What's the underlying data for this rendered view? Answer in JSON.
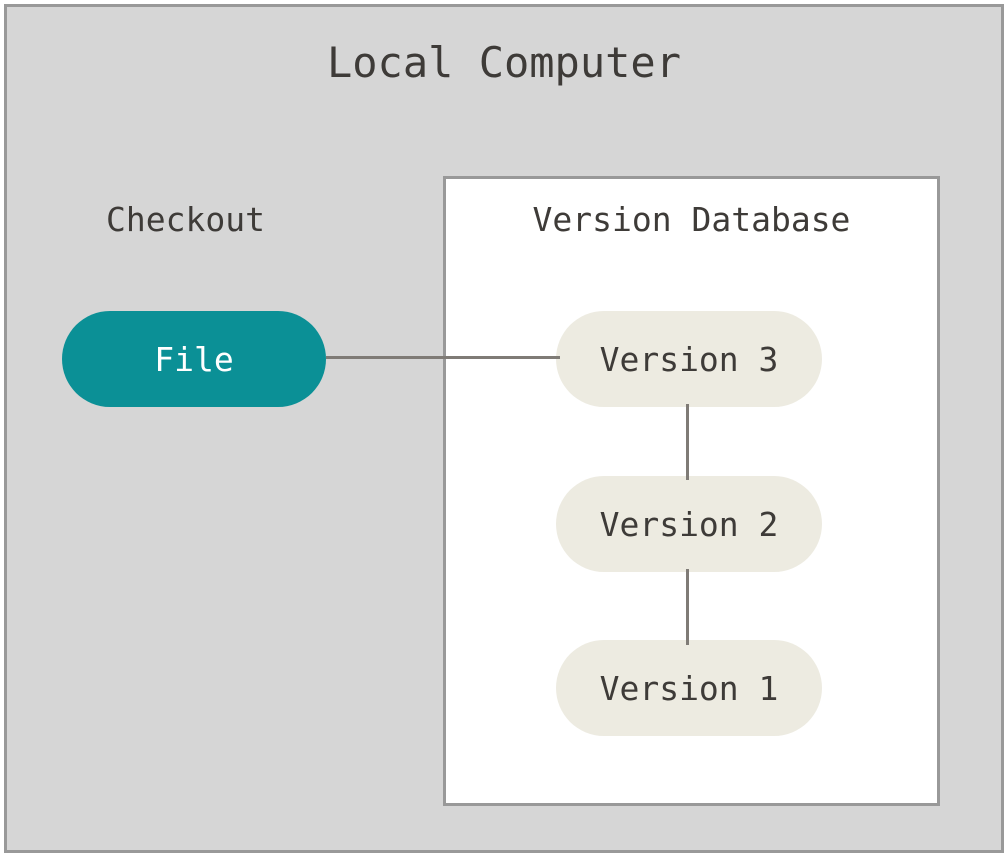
{
  "diagram": {
    "title": "Local Computer",
    "colors": {
      "background": "#d6d6d6",
      "frame_border": "#999999",
      "panel_background": "#ffffff",
      "file_node": "#0b9096",
      "file_node_text": "#ffffff",
      "version_node": "#edebe1",
      "text": "#3e3b38",
      "edge": "#7f7b76"
    },
    "checkout": {
      "label": "Checkout",
      "node": {
        "label": "File",
        "shape": "rounded-pill",
        "fill": "#0b9096"
      }
    },
    "database": {
      "title": "Version Database",
      "versions": [
        {
          "label": "Version 3"
        },
        {
          "label": "Version 2"
        },
        {
          "label": "Version 1"
        }
      ]
    },
    "edges": [
      {
        "from": "File",
        "to": "Version 3",
        "orientation": "horizontal"
      },
      {
        "from": "Version 3",
        "to": "Version 2",
        "orientation": "vertical"
      },
      {
        "from": "Version 2",
        "to": "Version 1",
        "orientation": "vertical"
      }
    ]
  }
}
